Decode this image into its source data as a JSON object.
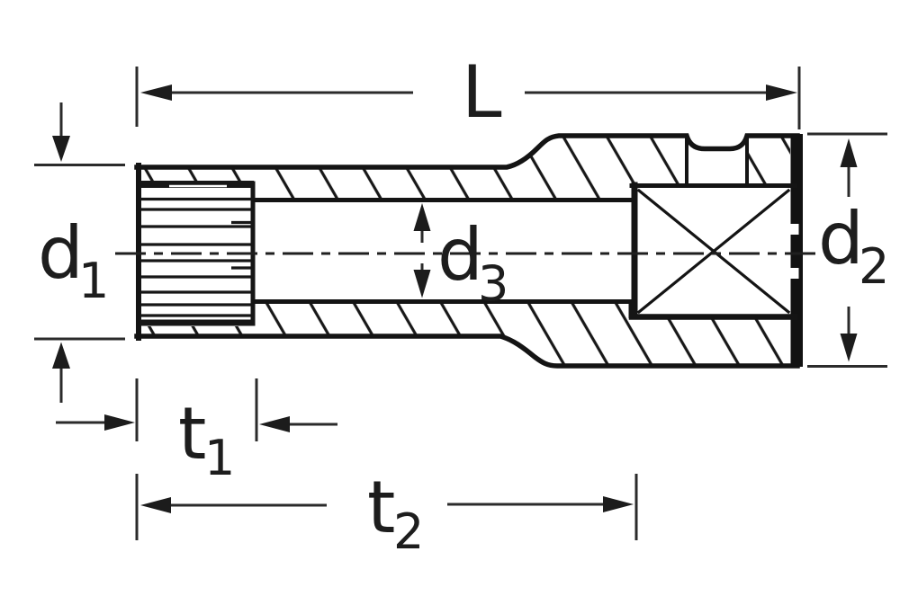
{
  "drawing": {
    "description_labels_only": "socket cross-section dimension drawing",
    "colors": {
      "background": "#ffffff",
      "line": "#141414",
      "dimension_line": "#2b2b2b",
      "text": "#1d1d1d"
    },
    "labels": {
      "length": {
        "base": "L",
        "sub": ""
      },
      "d1": {
        "base": "d",
        "sub": "1"
      },
      "d2": {
        "base": "d",
        "sub": "2"
      },
      "d3": {
        "base": "d",
        "sub": "3"
      },
      "t1": {
        "base": "t",
        "sub": "1"
      },
      "t2": {
        "base": "t",
        "sub": "2"
      }
    }
  }
}
